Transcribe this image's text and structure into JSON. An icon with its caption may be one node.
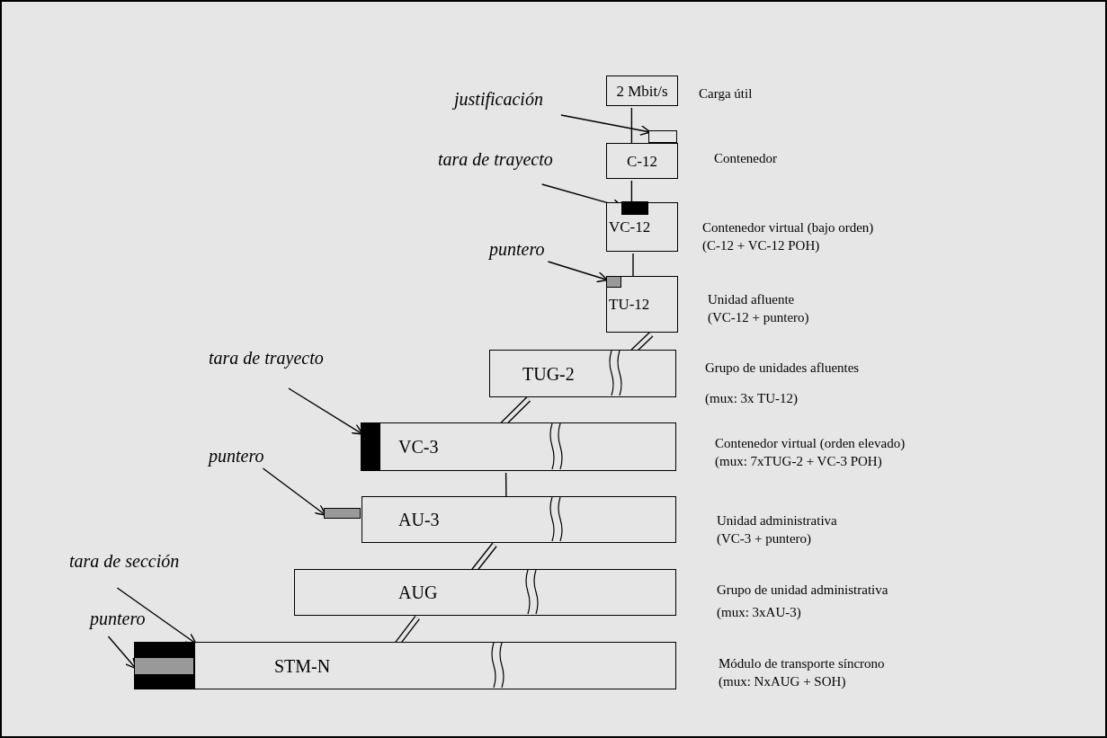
{
  "diagram": {
    "nodes": [
      {
        "text": [
          "2 Mbit/s"
        ],
        "beside": [
          "Carga útil"
        ]
      },
      {
        "text": [
          "justificación"
        ]
      },
      {
        "text": [],
        "shape": "box"
      },
      {
        "text": [
          "C-12"
        ],
        "beside": [
          "Contenedor"
        ]
      },
      {
        "text": [
          "tara de trayecto"
        ]
      },
      {
        "text": [],
        "shape": "bar",
        "in": 6
      },
      {
        "text": [
          "VC-12"
        ],
        "beside": [
          "Contenedor virtual (bajo orden)",
          "(C-12 + VC-12 POH)"
        ]
      },
      {
        "text": [
          "puntero"
        ]
      },
      {
        "text": [],
        "shape": "bar",
        "in": 9
      },
      {
        "text": [
          "TU-12"
        ],
        "beside": [
          "Unidad afluente",
          "(VC-12 + puntero)"
        ]
      },
      {
        "text": [
          "TUG-2"
        ],
        "beside": [
          "Grupo de unidades afluentes",
          "(mux: 3x TU-12)"
        ]
      },
      {
        "text": [
          "tara de trayecto"
        ]
      },
      {
        "text": [],
        "shape": "bar"
      },
      {
        "text": [
          "VC-3"
        ],
        "beside": [
          "Contenedor virtual (orden elevado)",
          "(mux: 7xTUG-2 + VC-3 POH)"
        ]
      },
      {
        "text": [
          "puntero"
        ]
      },
      {
        "text": [],
        "shape": "bar"
      },
      {
        "text": [
          "AU-3"
        ],
        "beside": [
          "Unidad administrativa",
          "(VC-3 + puntero)"
        ]
      },
      {
        "text": [
          "AUG"
        ],
        "beside": [
          "Grupo de unidad administrativa",
          "(mux: 3xAU-3)"
        ]
      },
      {
        "text": [
          "tara de sección"
        ]
      },
      {
        "text": [
          "puntero"
        ]
      },
      {
        "text": [],
        "shape": "bar"
      },
      {
        "text": [
          "STM-N"
        ],
        "beside": [
          "Módulo de transporte síncrono",
          "(mux: NxAUG + SOH)"
        ]
      }
    ],
    "edges": [
      {
        "from": 0,
        "to": 3,
        "arrow": "none"
      },
      {
        "from": 3,
        "to": 6,
        "arrow": "none"
      },
      {
        "from": 6,
        "to": 9,
        "arrow": "none"
      },
      {
        "from": 9,
        "to": 10,
        "arrow": "none",
        "style": "thick"
      },
      {
        "from": 10,
        "to": 13,
        "arrow": "none",
        "style": "thick"
      },
      {
        "from": 13,
        "to": 16,
        "arrow": "none"
      },
      {
        "from": 16,
        "to": 17,
        "arrow": "none",
        "style": "thick"
      },
      {
        "from": 17,
        "to": 21,
        "arrow": "none",
        "style": "thick"
      },
      {
        "from": 1,
        "to": 2,
        "arrow": "to"
      },
      {
        "from": 4,
        "to": 5,
        "arrow": "to"
      },
      {
        "from": 7,
        "to": 8,
        "arrow": "to"
      },
      {
        "from": 11,
        "to": 12,
        "arrow": "to"
      },
      {
        "from": 14,
        "to": 15,
        "arrow": "to"
      },
      {
        "from": 18,
        "to": 20,
        "arrow": "to"
      },
      {
        "from": 19,
        "to": 20,
        "arrow": "to"
      }
    ]
  }
}
